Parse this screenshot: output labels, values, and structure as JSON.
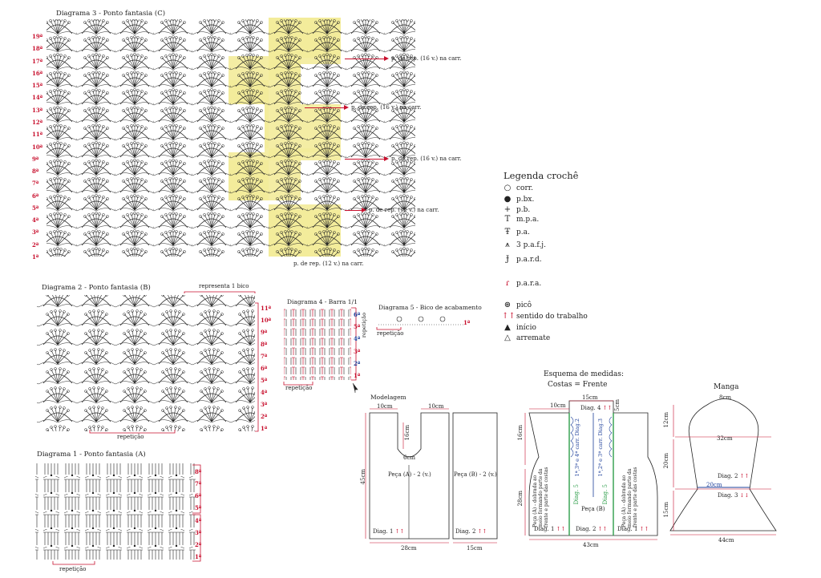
{
  "diagrams": {
    "d3": {
      "title": "Diagrama 3 - Ponto fantasia (C)",
      "rows": [
        "19ª",
        "18ª",
        "17ª",
        "16ª",
        "15ª",
        "14ª",
        "13ª",
        "12ª",
        "11ª",
        "10ª",
        "9ª",
        "8ª",
        "7ª",
        "6ª",
        "5ª",
        "4ª",
        "3ª",
        "2ª",
        "1ª"
      ],
      "rep_labels": [
        "p. de rep. (16 v.) na carr.",
        "p. de rep. (16 v.) na carr.",
        "p. de rep. (16 v.) na carr.",
        "p. de rep. (12 v.) na carr.",
        "p. de rep. (12 v.) na carr."
      ]
    },
    "d2": {
      "title": "Diagrama 2 - Ponto fantasia (B)",
      "rows": [
        "11ª",
        "10ª",
        "9ª",
        "8ª",
        "7ª",
        "6ª",
        "5ª",
        "4ª",
        "3ª",
        "2ª",
        "1ª"
      ],
      "top_note": "representa 1 bico",
      "repeat": "repetição"
    },
    "d1": {
      "title": "Diagrama 1 - Ponto fantasia (A)",
      "rows": [
        "8ª",
        "7ª",
        "6ª",
        "5ª",
        "4ª",
        "3ª",
        "2ª",
        "1ª"
      ],
      "repeat": "repetição"
    },
    "d4": {
      "title": "Diagrama 4 - Barra 1/1",
      "rows": [
        "6ª",
        "5ª",
        "4ª",
        "3ª",
        "2ª",
        "1ª"
      ],
      "repeat": "repetição",
      "side_repeat": "repetição"
    },
    "d5": {
      "title": "Diagrama 5 - Bico de acabamento",
      "row": "1ª",
      "repeat": "repetição"
    }
  },
  "legend": {
    "title": "Legenda crochê",
    "items": [
      {
        "icon": "chain-icon",
        "label": "corr."
      },
      {
        "icon": "slip-stitch-icon",
        "label": "p.bx."
      },
      {
        "icon": "single-crochet-icon",
        "label": "p.b."
      },
      {
        "icon": "half-double-icon",
        "label": "m.p.a."
      },
      {
        "icon": "double-crochet-icon",
        "label": "p.a."
      },
      {
        "icon": "cluster-icon",
        "label": "3 p.a.f.j."
      },
      {
        "icon": "front-post-icon",
        "label": "p.a.r.d."
      },
      {
        "icon": "back-post-icon",
        "label": "p.a.r.a."
      },
      {
        "icon": "picot-icon",
        "label": "picô"
      },
      {
        "icon": "work-direction-icon",
        "label": "sentido do trabalho"
      },
      {
        "icon": "start-icon",
        "label": "início"
      },
      {
        "icon": "finish-icon",
        "label": "arremate"
      }
    ]
  },
  "modelagem": {
    "title": "Modelagem",
    "top_left": "10cm",
    "top_right": "10cm",
    "neck_depth": "16cm",
    "neck_width": "6cm",
    "height": "45cm",
    "piece_a": "Peça (A) - 2 (v.)",
    "piece_b": "Peça (B) - 2 (v.)",
    "diag_a": "Diag. 1",
    "diag_b": "Diag. 2",
    "width_a": "28cm",
    "width_b": "15cm"
  },
  "esquema": {
    "title": "Esquema de medidas:",
    "subtitle": "Costas = Frente",
    "top": "15cm",
    "top_left": "10cm",
    "shoulder": "5cm",
    "left_height": "16cm",
    "mid_height": "28cm",
    "diag4": "Diag. 4",
    "diag2_text": "1ª,3ª e 4ª carr. Diag.2",
    "diag3_text": "1ª,2ª e 3ª carr. Diag.3",
    "diag5a": "Diag. 5",
    "diag5b": "Diag. 5",
    "piece_a_left": "Peça (A) - dobrada ao meio formando parte da frente e parte das costas",
    "piece_a_right": "Peça (A) - dobrada ao meio formando parte da frente e parte das costas",
    "piece_b": "Peça (B)",
    "diag_left": "Diag. 1",
    "diag_mid": "Diag. 2",
    "diag_right": "Diag. 1",
    "width": "43cm"
  },
  "manga": {
    "title": "Manga",
    "top": "8cm",
    "cap": "12cm",
    "mid_width": "32cm",
    "mid_height": "20cm",
    "diag2": "Diag. 2",
    "cuff_width": "20cm",
    "diag3": "Diag. 3",
    "bottom_height": "15cm",
    "bottom_width": "44cm"
  },
  "colors": {
    "accent_red": "#c8102e",
    "highlight": "#f3eb9a",
    "blue": "#1d3f9a",
    "green": "#2e9e4a"
  }
}
